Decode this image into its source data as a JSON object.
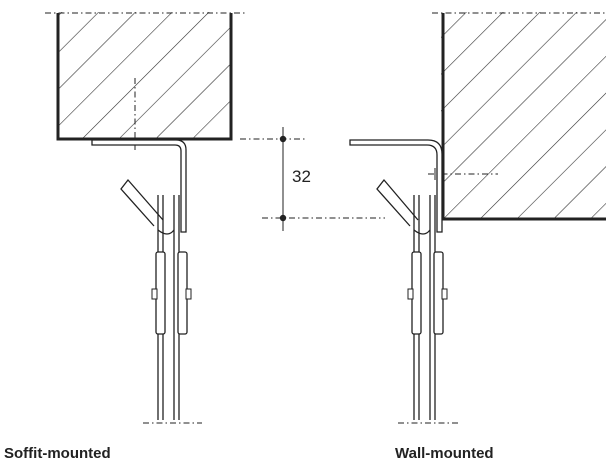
{
  "labels": {
    "left": "Soffit-mounted",
    "right": "Wall-mounted"
  },
  "dimension": {
    "value": "32"
  }
}
